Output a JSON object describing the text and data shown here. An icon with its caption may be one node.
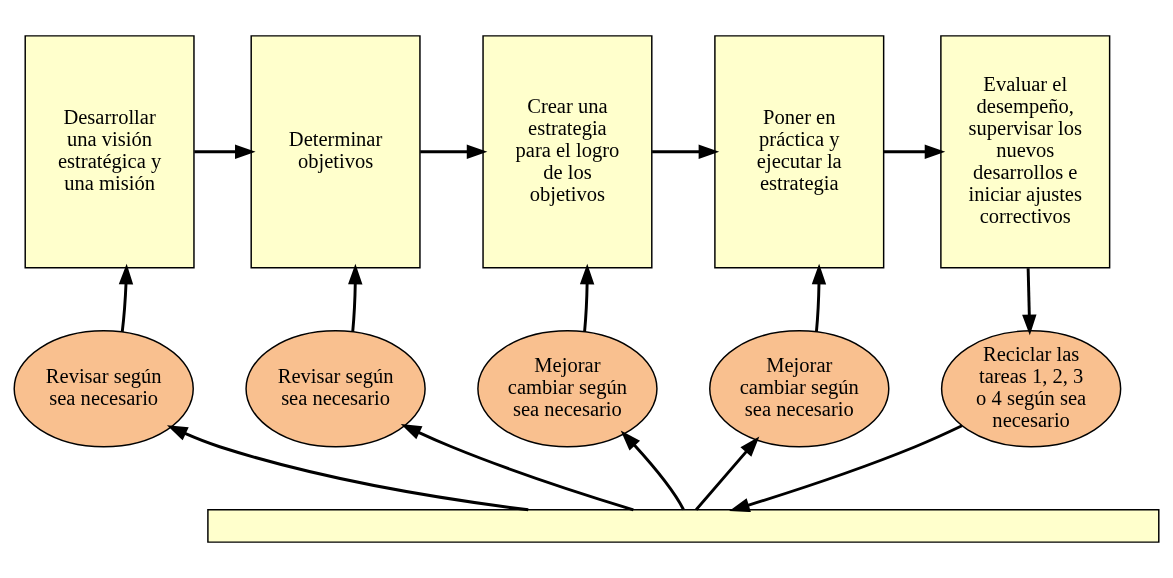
{
  "diagram": {
    "nodes": [
      {
        "text": [
          "Desarrollar una visión estratégica y una misión"
        ]
      },
      {
        "text": [
          "Determinar objetivos"
        ]
      },
      {
        "text": [
          "Crear una estrategia para el logro de los objetivos"
        ]
      },
      {
        "text": [
          "Poner en práctica y ejecutar la estrategia"
        ]
      },
      {
        "text": [
          "Evaluar el desempeño, supervisar los nuevos desarrollos e iniciar ajustes correctivos"
        ]
      },
      {
        "text": [
          "Revisar según sea necesario"
        ]
      },
      {
        "text": [
          "Revisar según sea necesario"
        ]
      },
      {
        "text": [
          "Mejorar cambiar según sea necesario"
        ]
      },
      {
        "text": [
          "Mejorar cambiar según sea necesario"
        ]
      },
      {
        "text": [
          "Reciclar las tareas 1, 2, 3 o 4 según sea necesario"
        ]
      },
      {
        "text": [],
        "shape": "bar"
      }
    ],
    "edges": [
      {
        "from": 0,
        "to": 1,
        "arrow": "to"
      },
      {
        "from": 1,
        "to": 2,
        "arrow": "to"
      },
      {
        "from": 2,
        "to": 3,
        "arrow": "to"
      },
      {
        "from": 3,
        "to": 4,
        "arrow": "to"
      },
      {
        "from": 5,
        "to": 0,
        "arrow": "to"
      },
      {
        "from": 6,
        "to": 1,
        "arrow": "to"
      },
      {
        "from": 7,
        "to": 2,
        "arrow": "to"
      },
      {
        "from": 8,
        "to": 3,
        "arrow": "to"
      },
      {
        "from": 4,
        "to": 9,
        "arrow": "to"
      },
      {
        "from": 9,
        "to": 10,
        "arrow": "to"
      },
      {
        "from": 10,
        "to": 5,
        "arrow": "to"
      },
      {
        "from": 10,
        "to": 6,
        "arrow": "to"
      },
      {
        "from": 10,
        "to": 7,
        "arrow": "to"
      },
      {
        "from": 10,
        "to": 8,
        "arrow": "to"
      }
    ]
  }
}
